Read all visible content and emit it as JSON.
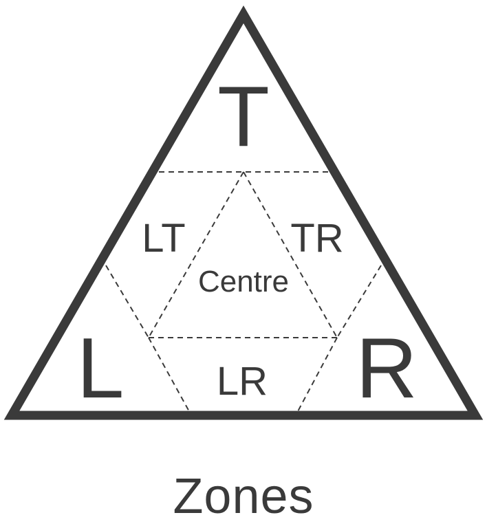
{
  "diagram": {
    "zones": {
      "top": "T",
      "left": "L",
      "right": "R",
      "left_top": "LT",
      "top_right": "TR",
      "centre": "Centre",
      "left_right": "LR"
    },
    "caption": "Zones"
  },
  "colors": {
    "stroke": "#3a3a3a",
    "text": "#3a3a3a",
    "background": "#ffffff"
  }
}
